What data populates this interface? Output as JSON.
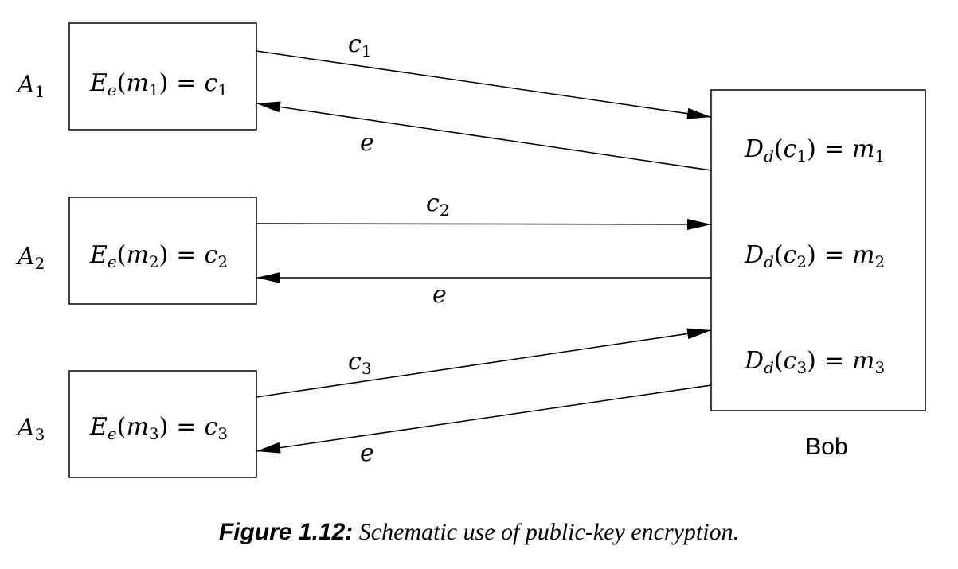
{
  "senders": [
    {
      "name": "A",
      "sub": "1",
      "m": "m",
      "msub": "1",
      "c": "c",
      "csub": "1"
    },
    {
      "name": "A",
      "sub": "2",
      "m": "m",
      "msub": "2",
      "c": "c",
      "csub": "2"
    },
    {
      "name": "A",
      "sub": "3",
      "m": "m",
      "msub": "3",
      "c": "c",
      "csub": "3"
    }
  ],
  "enc_func": "E",
  "enc_key": "e",
  "dec_func": "D",
  "dec_key": "d",
  "equals": "=",
  "paren_open": "(",
  "paren_close": ")",
  "arrow_key_label": "e",
  "receiver": "Bob",
  "caption": {
    "label": "Figure 1.12:",
    "text": "Schematic use of public-key encryption."
  }
}
